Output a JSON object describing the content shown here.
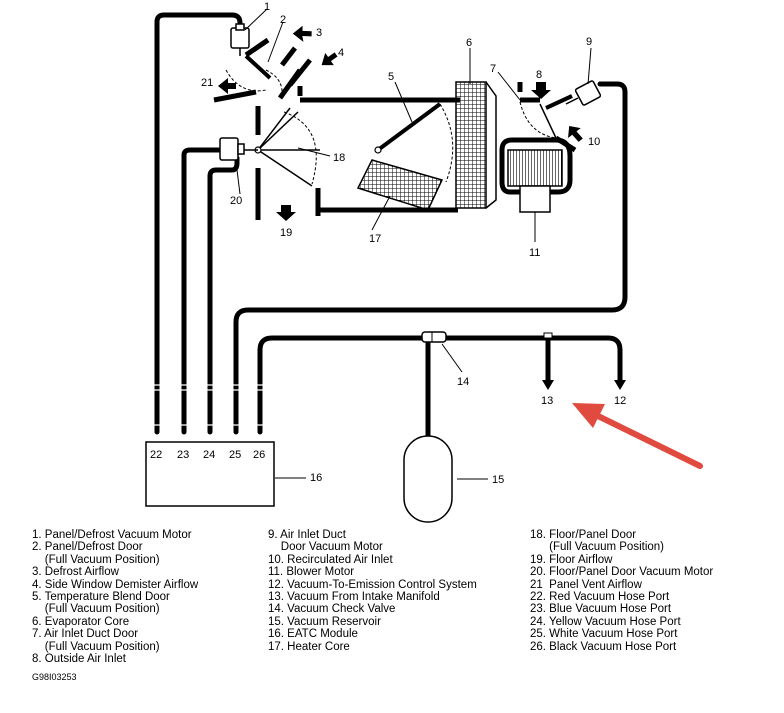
{
  "callouts": {
    "c1": "1",
    "c2": "2",
    "c3": "3",
    "c4": "4",
    "c5": "5",
    "c6": "6",
    "c7": "7",
    "c8": "8",
    "c9": "9",
    "c10": "10",
    "c11": "11",
    "c12": "12",
    "c13": "13",
    "c14": "14",
    "c15": "15",
    "c16": "16",
    "c17": "17",
    "c18": "18",
    "c19": "19",
    "c20": "20",
    "c21": "21"
  },
  "ports": [
    "22",
    "23",
    "24",
    "25",
    "26"
  ],
  "legend": {
    "col1": [
      "1. Panel/Defrost Vacuum Motor",
      "2. Panel/Defrost Door",
      "    (Full Vacuum Position)",
      "3. Defrost Airflow",
      "4. Side Window Demister Airflow",
      "5. Temperature Blend Door",
      "    (Full Vacuum Position)",
      "6. Evaporator Core",
      "7. Air Inlet Duct Door",
      "    (Full Vacuum Position)",
      "8. Outside Air Inlet"
    ],
    "col2": [
      "9. Air Inlet Duct",
      "    Door Vacuum Motor",
      "10. Recirculated Air Inlet",
      "11. Blower Motor",
      "12. Vacuum-To-Emission Control System",
      "13. Vacuum From Intake Manifold",
      "14. Vacuum Check Valve",
      "15. Vacuum Reservoir",
      "16. EATC Module",
      "17. Heater Core"
    ],
    "col3": [
      "18. Floor/Panel Door",
      "      (Full Vacuum Position)",
      "19. Floor Airflow",
      "20. Floor/Panel Door Vacuum Motor",
      "21  Panel Vent Airflow",
      "22. Red Vacuum Hose Port",
      "23. Blue Vacuum Hose Port",
      "24. Yellow Vacuum Hose Port",
      "25. White Vacuum Hose Port",
      "26. Black Vacuum Hose Port"
    ]
  },
  "figure_code": "G98I03253",
  "colors": {
    "line": "#000000",
    "arrow": "#e04a3f",
    "background": "#ffffff"
  }
}
